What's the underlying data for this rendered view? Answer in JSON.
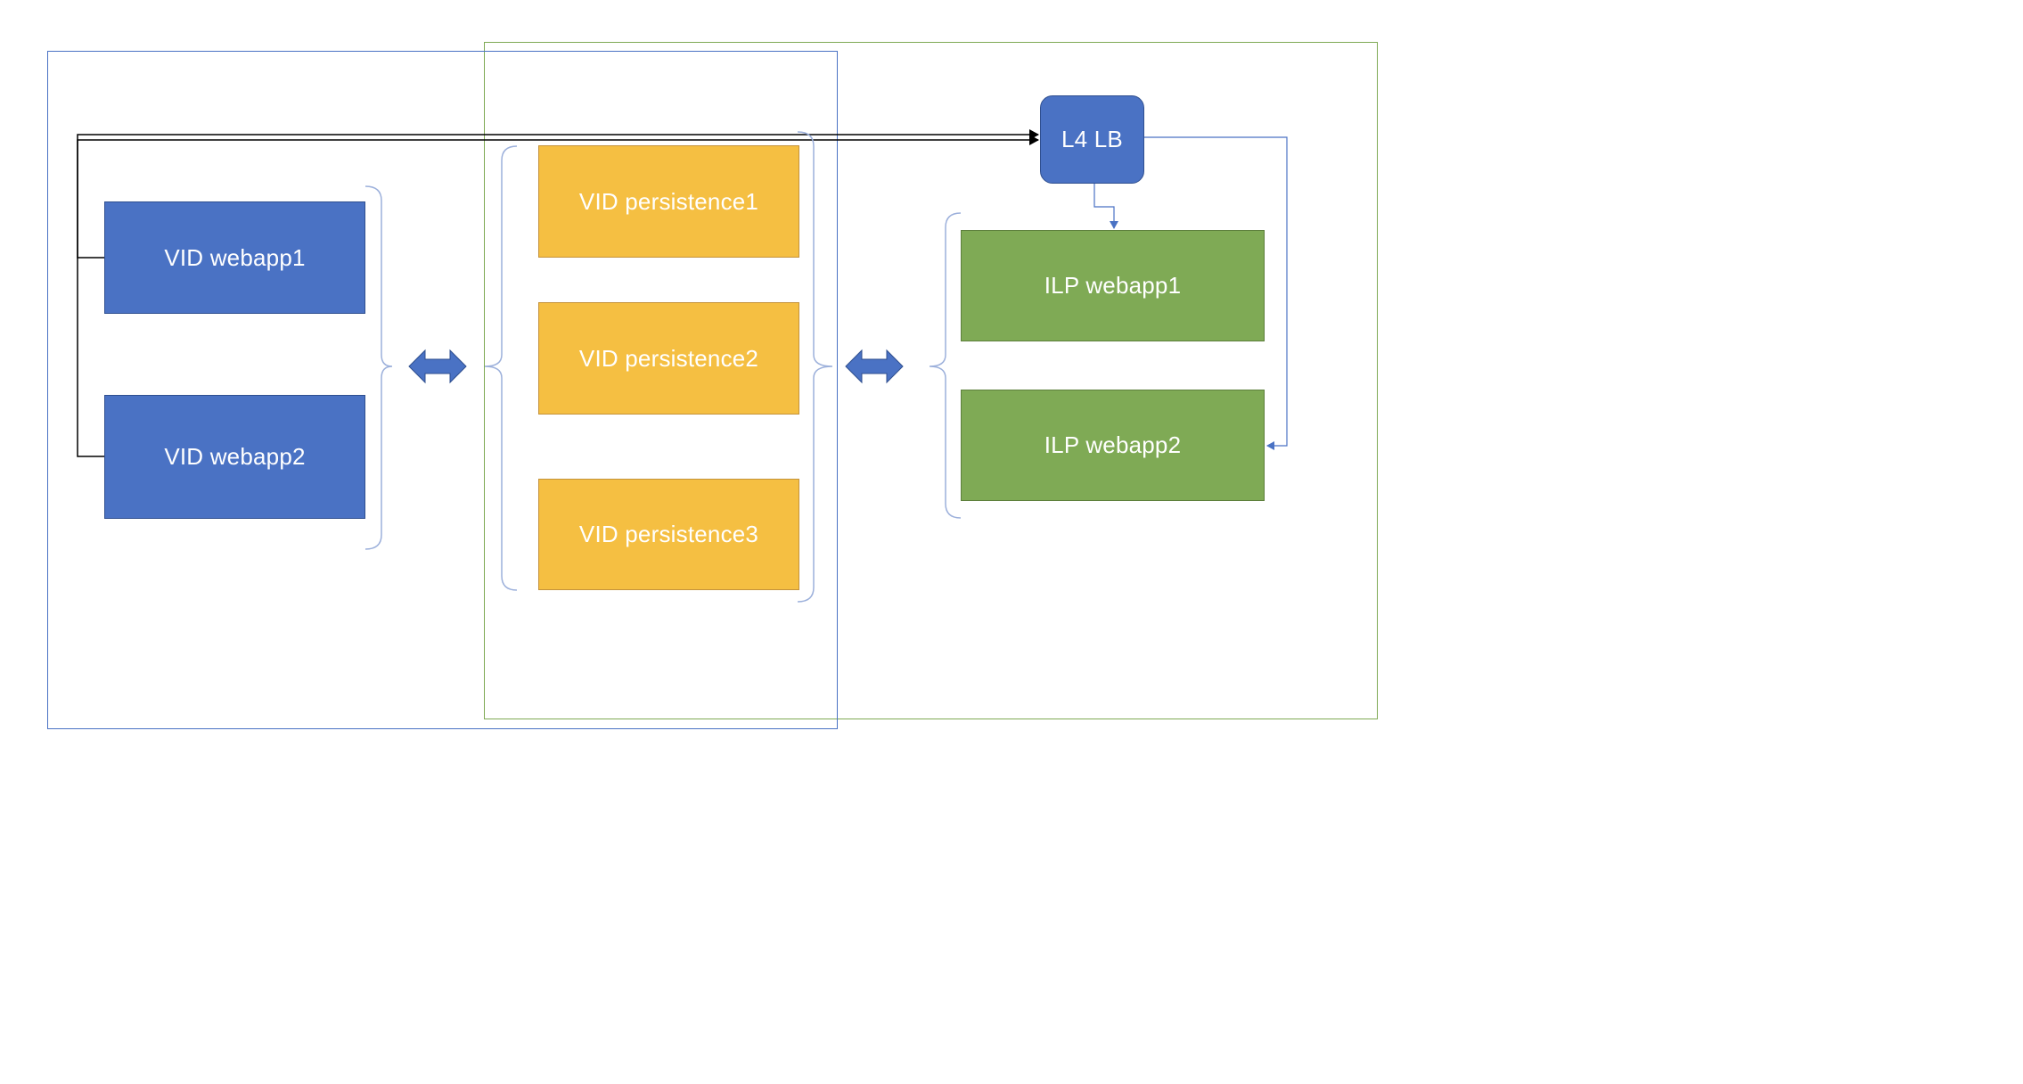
{
  "colors": {
    "vid_blue": "#4a72c4",
    "vid_yellow": "#f5bf42",
    "ilp_green": "#7faa55",
    "blue_frame": "#4a72c4",
    "green_frame": "#7faa55",
    "line_dark": "#000000",
    "line_blue": "#4a72c4"
  },
  "nodes": {
    "vid_webapp1": "VID webapp1",
    "vid_webapp2": "VID webapp2",
    "vid_persistence1": "VID persistence1",
    "vid_persistence2": "VID persistence2",
    "vid_persistence3": "VID persistence3",
    "l4_lb": "L4 LB",
    "ilp_webapp1": "ILP webapp1",
    "ilp_webapp2": "ILP webapp2"
  },
  "icons": {
    "sync_arrow": "double-headed-arrow-icon",
    "group_bracket": "curly-brace-icon"
  }
}
